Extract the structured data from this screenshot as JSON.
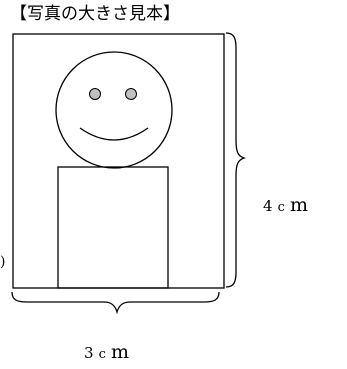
{
  "title": "【写真の大きさ見本】",
  "height_dimension": {
    "number": "4",
    "unit_c": "c",
    "unit_m": "m"
  },
  "width_dimension": {
    "number": "3",
    "unit_c": "c",
    "unit_m": "m"
  },
  "edge_mark": ")",
  "colors": {
    "stroke": "#000000",
    "background": "#ffffff",
    "eye_fill": "#c0c0c0"
  }
}
